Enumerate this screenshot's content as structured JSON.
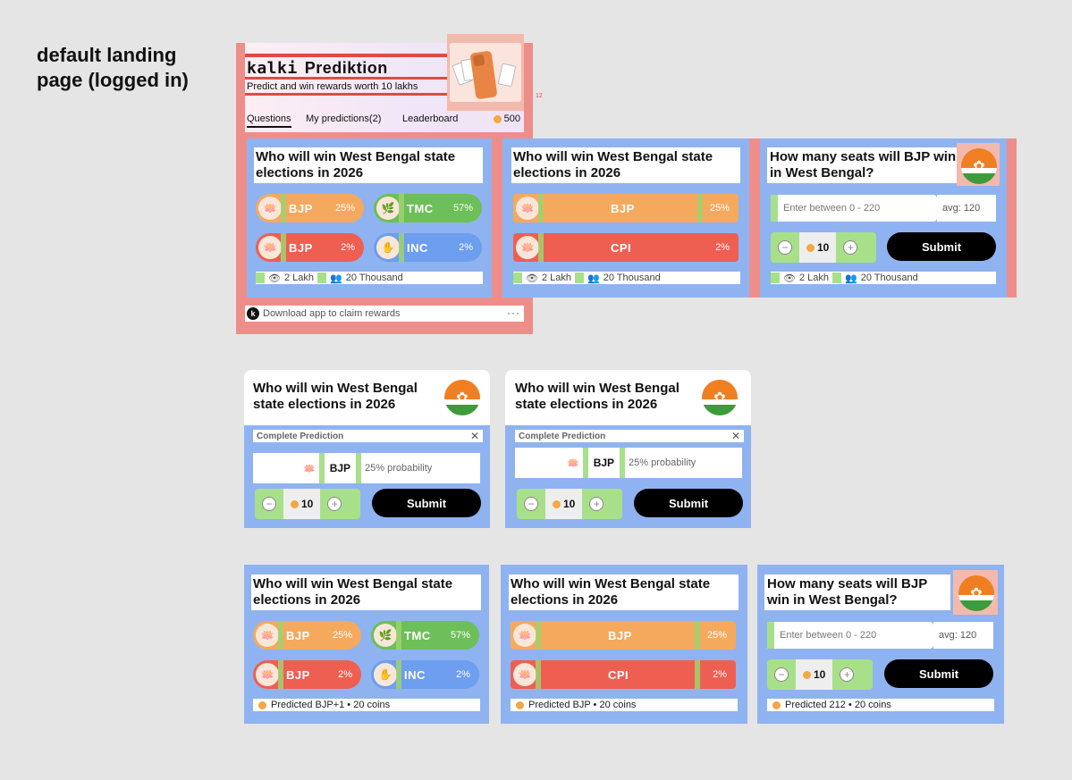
{
  "page_label_line1": "default landing",
  "page_label_line2": "page (logged in)",
  "header": {
    "brand": "kalki",
    "title": "Prediktion",
    "subtitle": "Predict and win rewards worth 10 lakhs",
    "note": "12",
    "tabs": [
      "Questions",
      "My predictions(2)",
      "Leaderboard"
    ],
    "coins": "500"
  },
  "download": {
    "text": "Download app to claim rewards",
    "more": "···"
  },
  "q_who": "Who will win West Bengal state elections in 2026",
  "q_seats": "How many seats will BJP win in West Bengal?",
  "options": {
    "bjp": "BJP",
    "tmc": "TMC",
    "inc": "INC",
    "cpi": "CPI",
    "p25": "25%",
    "p57": "57%",
    "p2": "2%"
  },
  "stats": {
    "views": "2 Lakh",
    "users": "20 Thousand"
  },
  "seats_input": {
    "placeholder": "Enter between 0 - 220",
    "avg": "avg: 120"
  },
  "stepper": {
    "value": "10",
    "minus": "−",
    "plus": "+"
  },
  "submit_label": "Submit",
  "complete": {
    "title": "Complete Prediction",
    "close": "✕",
    "party": "BJP",
    "prob": "25% probability"
  },
  "predicted": {
    "c1": "Predicted BJP+1 • 20 coins",
    "c2": "Predicted BJP • 20 coins",
    "c3": "Predicted 212 • 20 coins"
  },
  "colors": {
    "orange": "#f5a95d",
    "red": "#ee5f52",
    "green": "#6dbf59",
    "blue": "#6d9eef",
    "frame": "#8fb3f0",
    "highlight": "#a8e08a"
  }
}
